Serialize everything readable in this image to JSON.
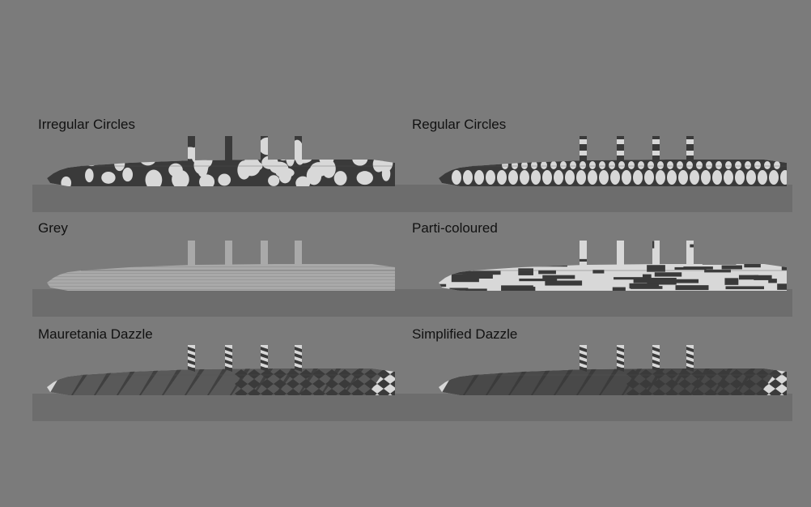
{
  "panels": [
    {
      "label": "Irregular Circles",
      "pattern": "irregular-circles"
    },
    {
      "label": "Regular Circles",
      "pattern": "regular-circles"
    },
    {
      "label": "Grey",
      "pattern": "grey"
    },
    {
      "label": "Parti-coloured",
      "pattern": "parti-coloured"
    },
    {
      "label": "Mauretania Dazzle",
      "pattern": "mauretania-dazzle"
    },
    {
      "label": "Simplified Dazzle",
      "pattern": "simplified-dazzle"
    }
  ],
  "colors": {
    "background": "#7b7b7b",
    "water": "#6d6d6d",
    "dark": "#3a3a3a",
    "light": "#d8d8d8",
    "grey": "#a9a9a9"
  }
}
